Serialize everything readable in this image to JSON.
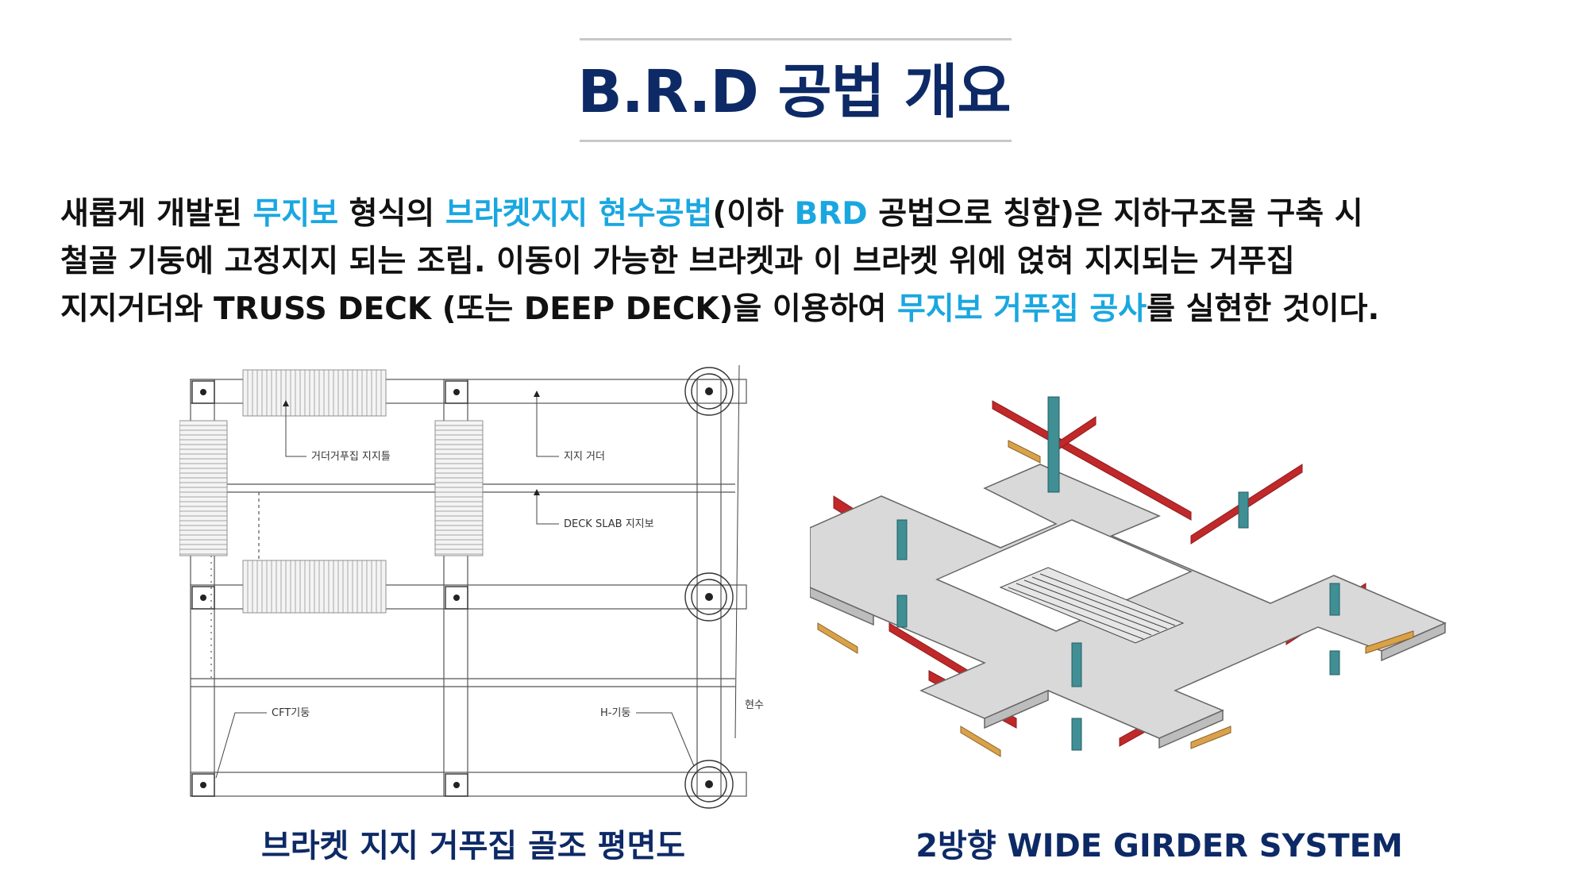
{
  "title": "B.R.D 공법 개요",
  "intro": {
    "line1": [
      {
        "text": "새롭게 개발된 ",
        "hl": false
      },
      {
        "text": "무지보",
        "hl": true
      },
      {
        "text": " 형식의 ",
        "hl": false
      },
      {
        "text": "브라켓지지 현수공법",
        "hl": true
      },
      {
        "text": "(이하 ",
        "hl": false
      },
      {
        "text": "BRD",
        "hl": true
      },
      {
        "text": " 공법으로 칭함)은 지하구조물 구축 시",
        "hl": false
      }
    ],
    "line2": [
      {
        "text": "철골 기둥에 고정지지 되는 조립. 이동이 가능한 브라켓과 이 브라켓 위에 얹혀 지지되는 거푸집",
        "hl": false
      }
    ],
    "line3": [
      {
        "text": "지지거더와 TRUSS DECK (또는 DEEP DECK)을 이용하여 ",
        "hl": false
      },
      {
        "text": "무지보 거푸집 공사",
        "hl": true
      },
      {
        "text": "를 실현한 것이다.",
        "hl": false
      }
    ]
  },
  "plan": {
    "labels": {
      "formwork_support": "거더거푸집 지지틀",
      "support_girder": "지지 거더",
      "deck_slab_beam": "DECK SLAB 지지보",
      "cft_column": "CFT기둥",
      "h_column": "H-기둥",
      "hanger": "현수"
    },
    "caption": "브라켓 지지 거푸집 골조 평면도"
  },
  "iso": {
    "caption": "2방향 WIDE GIRDER SYSTEM"
  },
  "colors": {
    "title": "#0d2a66",
    "highlight": "#1aa7e0",
    "steel_red": "#c0282a",
    "concrete": "#d9d9d9",
    "column_teal": "#3f8f95",
    "timber": "#d9a24a"
  }
}
